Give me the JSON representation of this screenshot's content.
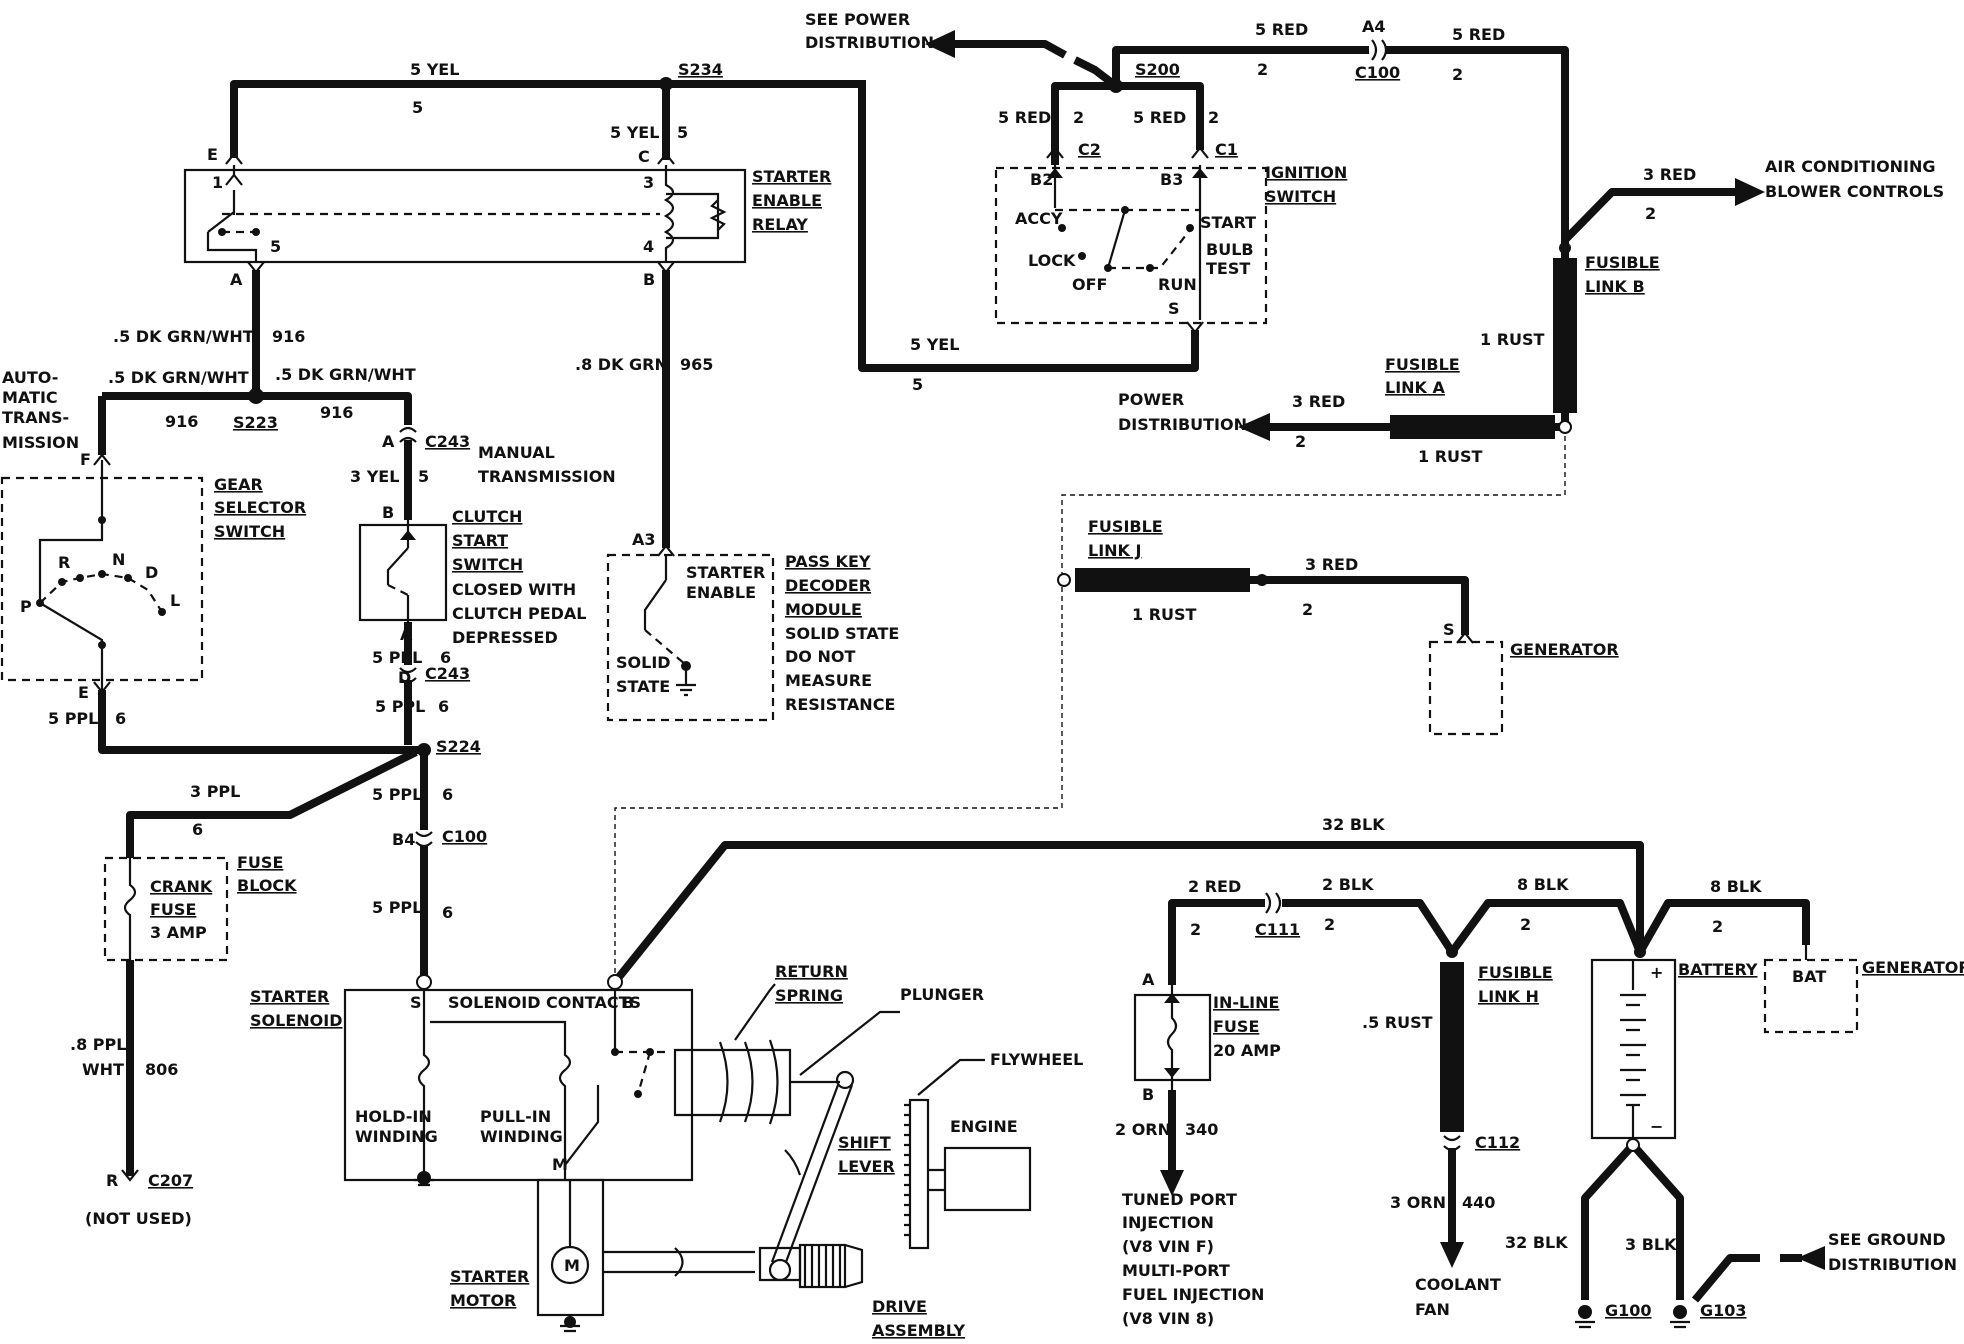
{
  "labels": {
    "see_power_distribution": [
      "SEE POWER",
      "DISTRIBUTION"
    ],
    "w_5yel_top": "5 YEL",
    "w_5yel_top_n": "5",
    "s234": "S234",
    "w_5yel_s234": "5 YEL",
    "w_5yel_s234_n": "5",
    "w_5red_left": "5 RED",
    "w_5red_left_n": "2",
    "s200": "S200",
    "w_5red_mid": "5 RED",
    "w_5red_mid_n": "2",
    "w_5red_top1": "5 RED",
    "w_5red_top1_n": "2",
    "a4": "A4",
    "c100_top": "C100",
    "w_5red_top2": "5 RED",
    "w_5red_top2_n": "2",
    "c2": "C2",
    "c1": "C1",
    "b2": "B2",
    "b3": "B3",
    "ignition_switch": [
      "IGNITION",
      "SWITCH"
    ],
    "accy": "ACCY",
    "lock": "LOCK",
    "off": "OFF",
    "run": "RUN",
    "start": "START",
    "bulb_test": [
      "BULB",
      "TEST"
    ],
    "s_ign": "S",
    "w_3red_ac": "3 RED",
    "w_3red_ac_n": "2",
    "air_conditioning": [
      "AIR CONDITIONING",
      "BLOWER CONTROLS"
    ],
    "fusible_link_b": [
      "FUSIBLE",
      "LINK B"
    ],
    "w_1rust_b": "1 RUST",
    "fusible_link_a": [
      "FUSIBLE",
      "LINK A"
    ],
    "power_distribution": [
      "POWER",
      "DISTRIBUTION"
    ],
    "w_3red_pd": "3 RED",
    "w_3red_pd_n": "2",
    "w_1rust_a": "1 RUST",
    "w_5yel_ign": "5 YEL",
    "w_5yel_ign_n": "5",
    "pin_e_relay": "E",
    "pin_c_relay": "C",
    "pin_1": "1",
    "pin_3": "3",
    "pin_4": "4",
    "pin_5": "5",
    "pin_a_relay": "A",
    "pin_b_relay": "B",
    "starter_enable_relay": [
      "STARTER",
      "ENABLE",
      "RELAY"
    ],
    "w_5dkgrn_1": ".5 DK GRN/WHT",
    "w_916_1": "916",
    "w_5dkgrn_2": ".5 DK GRN/WHT",
    "w_5dkgrn_3": ".5 DK GRN/WHT",
    "w_916_2": "916",
    "s223": "S223",
    "w_916_3": "916",
    "automatic_transmission": [
      "AUTO-",
      "MATIC",
      "TRANS-",
      "MISSION"
    ],
    "w_8dkgrn": ".8 DK GRN",
    "w_965": "965",
    "pin_a_c243": "A",
    "c243_top": "C243",
    "manual_transmission": [
      "MANUAL",
      "TRANSMISSION"
    ],
    "w_3yel": "3 YEL",
    "w_3yel_n": "5",
    "pin_b_clutch": "B",
    "clutch_start_switch": [
      "CLUTCH",
      "START",
      "SWITCH"
    ],
    "closed_with": [
      "CLOSED WITH",
      "CLUTCH PEDAL",
      "DEPRESSED"
    ],
    "pin_a_clutch": "A",
    "w_5ppl_1": "5 PPL",
    "w_5ppl_1_n": "6",
    "pin_d_c243": "D",
    "c243_bot": "C243",
    "w_5ppl_2": "5 PPL",
    "w_5ppl_2_n": "6",
    "pin_f": "F",
    "gear_selector_switch": [
      "GEAR",
      "SELECTOR",
      "SWITCH"
    ],
    "gear_r": "R",
    "gear_n": "N",
    "gear_d": "D",
    "gear_l": "L",
    "gear_p": "P",
    "pin_e_gear": "E",
    "w_5ppl_gear": "5 PPL",
    "w_5ppl_gear_n": "6",
    "s224": "S224",
    "w_3ppl": "3 PPL",
    "w_3ppl_n": "6",
    "w_5ppl_3": "5 PPL",
    "w_5ppl_3_n": "6",
    "pin_b4": "B4",
    "c100_mid": "C100",
    "w_5ppl_4": "5 PPL",
    "w_5ppl_4_n": "6",
    "crank_fuse": [
      "CRANK",
      "FUSE",
      "3 AMP"
    ],
    "fuse_block": [
      "FUSE",
      "BLOCK"
    ],
    "w_8ppl": [
      ".8 PPL/",
      "WHT"
    ],
    "w_806": "806",
    "pin_r": "R",
    "c207": "C207",
    "not_used": "(NOT USED)",
    "pin_a3": "A3",
    "starter_enable_pk": [
      "STARTER",
      "ENABLE"
    ],
    "solid_state": [
      "SOLID",
      "STATE"
    ],
    "pass_key": [
      "PASS KEY",
      "DECODER",
      "MODULE",
      "SOLID STATE",
      "DO NOT",
      "MEASURE",
      "RESISTANCE"
    ],
    "fusible_link_j": [
      "FUSIBLE",
      "LINK J"
    ],
    "w_3red_j": "3 RED",
    "w_3red_j_n": "2",
    "w_1rust_j": "1 RUST",
    "pin_s_gen": "S",
    "generator_top": "GENERATOR",
    "w_32blk_top": "32 BLK",
    "starter_solenoid": [
      "STARTER",
      "SOLENOID"
    ],
    "solenoid_contacts": "SOLENOID CONTACTS",
    "sol_s": "S",
    "sol_b": "B",
    "sol_m": "M",
    "hold_in": [
      "HOLD-IN",
      "WINDING"
    ],
    "pull_in": [
      "PULL-IN",
      "WINDING"
    ],
    "return_spring": [
      "RETURN",
      "SPRING"
    ],
    "plunger": "PLUNGER",
    "flywheel": "FLYWHEEL",
    "engine": "ENGINE",
    "shift_lever": [
      "SHIFT",
      "LEVER"
    ],
    "starter_motor": [
      "STARTER",
      "MOTOR"
    ],
    "motor_m": "M",
    "drive_assembly": [
      "DRIVE",
      "ASSEMBLY"
    ],
    "w_2red": "2 RED",
    "w_2red_n": "2",
    "c111": "C111",
    "w_2blk": "2 BLK",
    "w_2blk_n": "2",
    "w_8blk_1": "8 BLK",
    "w_8blk_1_n": "2",
    "w_8blk_2": "8 BLK",
    "w_8blk_2_n": "2",
    "pin_a_fuse": "A",
    "inline_fuse": [
      "IN-LINE",
      "FUSE",
      "20 AMP"
    ],
    "pin_b_fuse": "B",
    "w_2orn": "2 ORN",
    "w_340": "340",
    "tuned_port": [
      "TUNED PORT",
      "INJECTION",
      "(V8 VIN F)",
      "MULTI-PORT",
      "FUEL INJECTION",
      "(V8 VIN 8)"
    ],
    "w_5rust": ".5 RUST",
    "fusible_link_h": [
      "FUSIBLE",
      "LINK H"
    ],
    "c112": "C112",
    "w_3orn": "3 ORN",
    "w_440": "440",
    "coolant_fan": [
      "COOLANT",
      "FAN"
    ],
    "battery": "BATTERY",
    "plus": "+",
    "minus": "−",
    "bat": "BAT",
    "generator_bot": "GENERATOR",
    "w_32blk_l": "32 BLK",
    "w_3blk": "3 BLK",
    "see_ground": [
      "SEE GROUND",
      "DISTRIBUTION"
    ],
    "g100": "G100",
    "g103": "G103"
  }
}
